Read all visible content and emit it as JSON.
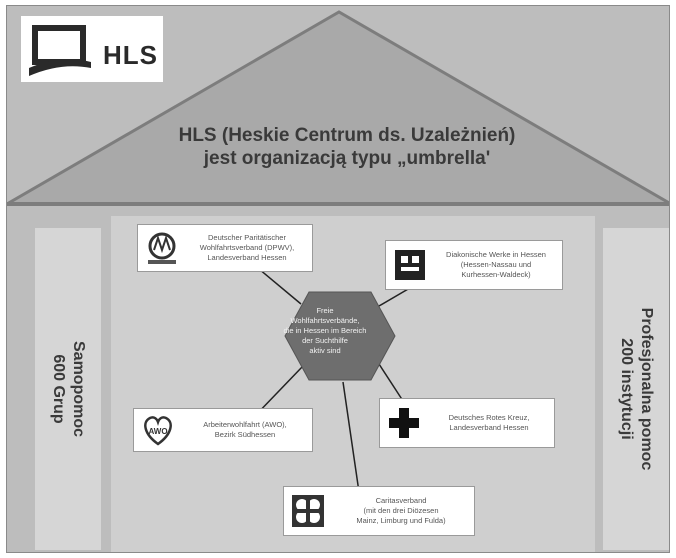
{
  "logo": {
    "text": "HLS"
  },
  "roof": {
    "title_line1": "HLS (Heskie Centrum ds. Uzależnień)",
    "title_line2": "jest organizacją typu „umbrella'"
  },
  "left_panel": {
    "line1": "Samopomoc",
    "line2": "600 Grup"
  },
  "right_panel": {
    "line1": "Profesjonalna pomoc",
    "line2": "200 instytucji"
  },
  "hub": {
    "lines": [
      "Freie",
      "Wohlfahrtsverbände,",
      "die in Hessen im Bereich",
      "der Suchthilfe",
      "aktiv sind"
    ]
  },
  "organizations": [
    {
      "icon": "paritaet-logo-icon",
      "lines": [
        "Deutscher Paritätischer",
        "Wohlfahrtsverband (DPWV),",
        "Landesverband Hessen"
      ]
    },
    {
      "icon": "diakonie-logo-icon",
      "lines": [
        "Diakonische Werke in Hessen",
        "(Hessen-Nassau und",
        "Kurhessen-Waldeck)"
      ]
    },
    {
      "icon": "awo-logo-icon",
      "lines": [
        "Arbeiterwohlfahrt (AWO),",
        "Bezirk Südhessen"
      ]
    },
    {
      "icon": "red-cross-icon",
      "lines": [
        "Deutsches Rotes Kreuz,",
        "Landesverband Hessen"
      ]
    },
    {
      "icon": "caritas-logo-icon",
      "lines": [
        "Caritasverband",
        "(mit den drei Diözesen",
        "Mainz, Limburg und Fulda)"
      ]
    }
  ],
  "colors": {
    "roof": "#a9a9a9",
    "frame_bg": "#bdbdbd",
    "panel": "#d6d6d6",
    "hub": "#6e6e6e"
  }
}
